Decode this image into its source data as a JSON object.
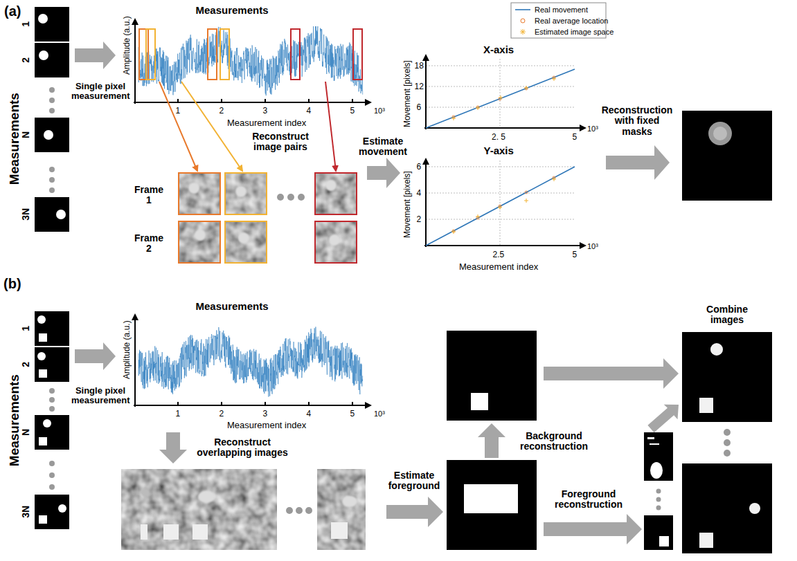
{
  "diagram": {
    "nodes": [
      {
        "text": [
          "Measurements",
          "1",
          "2",
          "N",
          "3N"
        ]
      },
      {
        "text": [
          "Measurements",
          "Amplitude (a.u.)",
          "1",
          "2",
          "3",
          "4",
          "5",
          "10³",
          "Measurement index"
        ]
      },
      {
        "text": [
          "Reconstruct image pairs",
          "Frame 1",
          "Frame 2"
        ]
      },
      {
        "text": [
          "X-axis",
          "Movement [pixels]",
          "18",
          "12",
          "6",
          "2. 5",
          "5",
          "10³"
        ]
      },
      {
        "text": [
          "Y-axis",
          "Movement [pixels]",
          "6",
          "4",
          "2",
          "2.5",
          "5",
          "10³",
          "Measurement index"
        ]
      },
      {
        "text": [
          "Measurements",
          "1",
          "2",
          "N",
          "3N"
        ]
      },
      {
        "text": [
          "Measurements",
          "Amplitude (a.u.)",
          "1",
          "2",
          "3",
          "4",
          "5",
          "10³",
          "Measurement index"
        ]
      }
    ],
    "edges": [
      {
        "from": 0,
        "to": 1,
        "label": "Single pixel measurement",
        "arrow": "to"
      },
      {
        "from": 5,
        "to": 6,
        "label": "Single pixel measurement",
        "arrow": "to"
      }
    ],
    "labels": [
      "(a)",
      "Estimate movement",
      "Reconstruction with fixed masks",
      "(b)",
      "Reconstruct overlapping images",
      "Estimate foreground",
      "Background reconstruction",
      "Foreground reconstruction",
      "Combine images"
    ],
    "legend": [
      {
        "text": "Real movement"
      },
      {
        "text": "Real average location"
      },
      {
        "text": "Estimated image space"
      }
    ]
  }
}
